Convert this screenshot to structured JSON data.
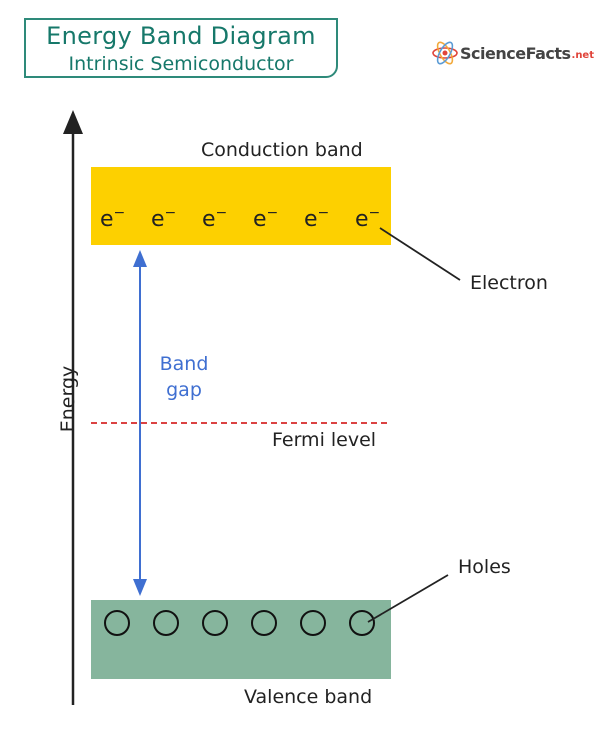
{
  "title": {
    "main": "Energy Band Diagram",
    "sub": "Intrinsic Semiconductor"
  },
  "logo": {
    "text": "ScienceFacts",
    "suffix": ".net",
    "icon": "atom-icon"
  },
  "axis_label": "Energy",
  "labels": {
    "conduction_band": "Conduction band",
    "valence_band": "Valence band",
    "fermi_level": "Fermi level",
    "electron": "Electron",
    "holes": "Holes",
    "band_gap_line1": "Band",
    "band_gap_line2": "gap"
  },
  "electron_symbol": "e",
  "electron_charge": "−",
  "colors": {
    "conduction_band": "#fdd000",
    "valence_band": "#86b59d",
    "fermi_line": "#d62828",
    "band_gap_arrow": "#3f6fd1",
    "title": "#16786a"
  }
}
